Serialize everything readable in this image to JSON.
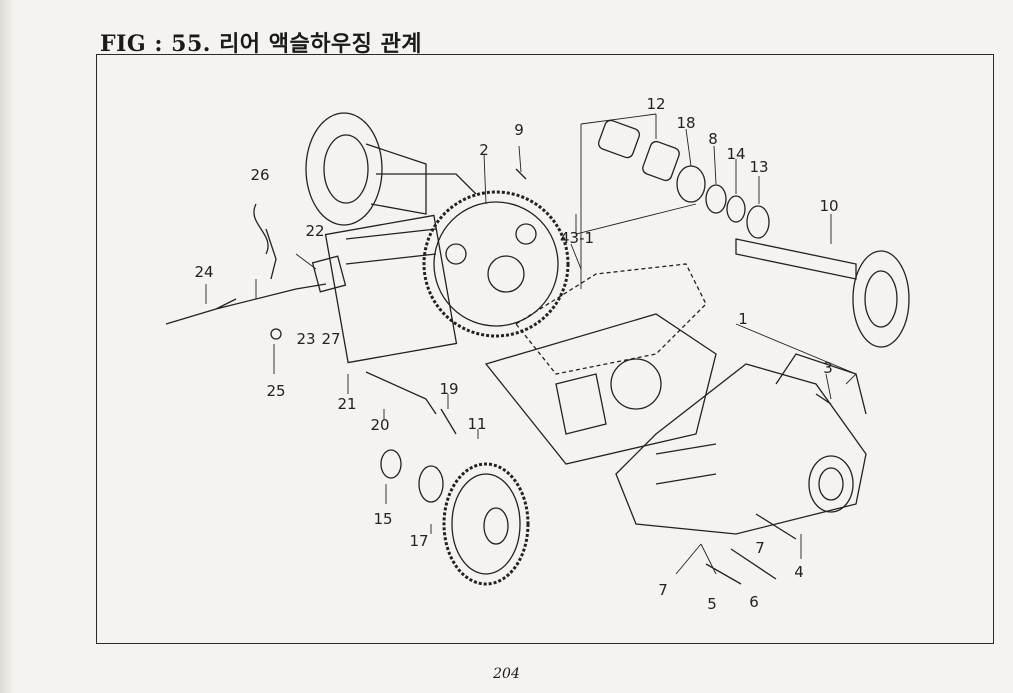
{
  "document": {
    "figure_title": "FIG : 55. 리어 액슬하우징 관계",
    "page_number": "204"
  },
  "callouts": {
    "c1": "1",
    "c2": "2",
    "c3": "3",
    "c4": "4",
    "c5": "5",
    "c6": "6",
    "c7a": "7",
    "c7b": "7",
    "c8": "8",
    "c9": "9",
    "c10": "10",
    "c11": "11",
    "c12": "12",
    "c13": "13",
    "c14": "14",
    "c15": "15",
    "c17": "17",
    "c18": "18",
    "c19": "19",
    "c20": "20",
    "c21": "21",
    "c22": "22",
    "c23": "23",
    "c24": "24",
    "c25": "25",
    "c26": "26",
    "c27": "27",
    "c43_1": "43-1"
  },
  "colors": {
    "paper": "#f4f3ef",
    "ink": "#1a1a1a"
  }
}
